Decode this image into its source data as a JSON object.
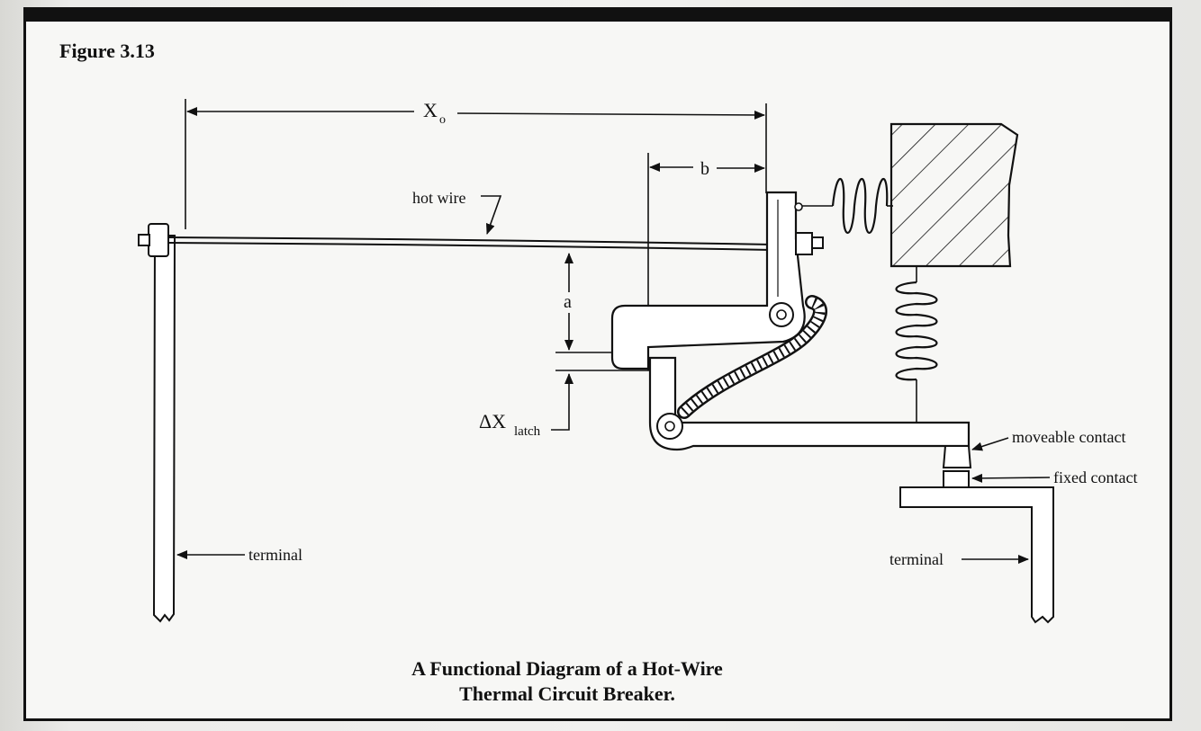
{
  "figure": {
    "label": "Figure 3.13",
    "caption_line1": "A Functional Diagram of a Hot-Wire",
    "caption_line2": "Thermal Circuit Breaker."
  },
  "labels": {
    "x0_main": "X",
    "x0_sub": "o",
    "b": "b",
    "a": "a",
    "delta_main": "ΔX",
    "delta_sub": "latch",
    "hot_wire": "hot wire",
    "moveable_contact": "moveable contact",
    "fixed_contact": "fixed contact",
    "terminal_left": "terminal",
    "terminal_right": "terminal"
  },
  "colors": {
    "ink": "#111111",
    "paper": "#f7f7f5",
    "frame": "#111111"
  }
}
